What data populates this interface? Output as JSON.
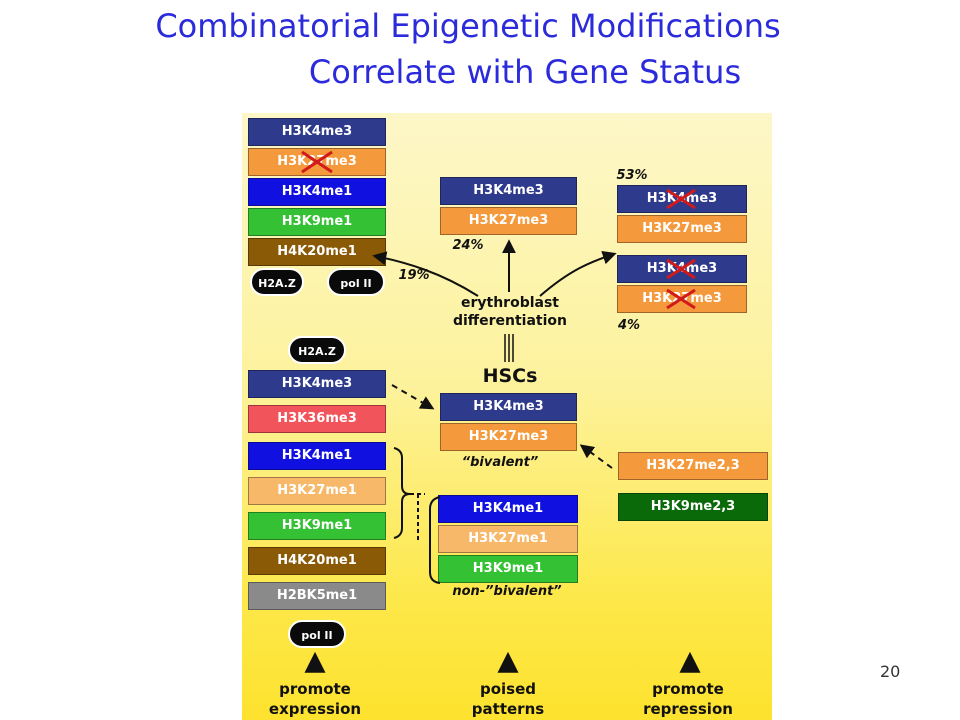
{
  "title": {
    "line1": "Combinatorial Epigenetic Modifications",
    "line2": "Correlate with Gene Status"
  },
  "colors": {
    "navy": "#2e3a8c",
    "orange": "#f59a3c",
    "blue": "#1010e0",
    "green": "#34c234",
    "brown": "#8a5a06",
    "red": "#f2545b",
    "light_orange": "#f7b86a",
    "gray": "#8a8a8a",
    "dark_green": "#0a6a0a",
    "cross": "#d11a1a"
  },
  "top_left": {
    "marks": [
      "H3K4me3",
      "H3K27me3",
      "H3K4me1",
      "H3K9me1",
      "H4K20me1"
    ],
    "pills": [
      "H2A.Z",
      "pol II"
    ],
    "percent": "19%"
  },
  "top_center": {
    "marks": [
      "H3K4me3",
      "H3K27me3"
    ],
    "percent": "24%"
  },
  "top_right": {
    "percent_top": "53%",
    "group1": [
      "H3K4me3",
      "H3K27me3"
    ],
    "group2": [
      "H3K4me3",
      "H3K27me3"
    ],
    "percent_bottom": "4%"
  },
  "center": {
    "differentiation_line1": "erythroblast",
    "differentiation_line2": "differentiation",
    "hscs": "HSCs",
    "bivalent_marks": [
      "H3K4me3",
      "H3K27me3"
    ],
    "bivalent_label": "“bivalent”",
    "non_bivalent_marks": [
      "H3K4me1",
      "H3K27me1",
      "H3K9me1"
    ],
    "non_bivalent_label": "non-”bivalent”"
  },
  "bottom_left": {
    "pill_top": "H2A.Z",
    "marks": [
      "H3K4me3",
      "H3K36me3",
      "H3K4me1",
      "H3K27me1",
      "H3K9me1",
      "H4K20me1",
      "H2BK5me1"
    ],
    "pill_bottom": "pol II"
  },
  "right_middle": {
    "marks": [
      "H3K27me2,3",
      "H3K9me2,3"
    ]
  },
  "footer": {
    "left_line1": "promote",
    "left_line2": "expression",
    "center_line1": "poised",
    "center_line2": "patterns",
    "right_line1": "promote",
    "right_line2": "repression"
  },
  "page_number": "20"
}
